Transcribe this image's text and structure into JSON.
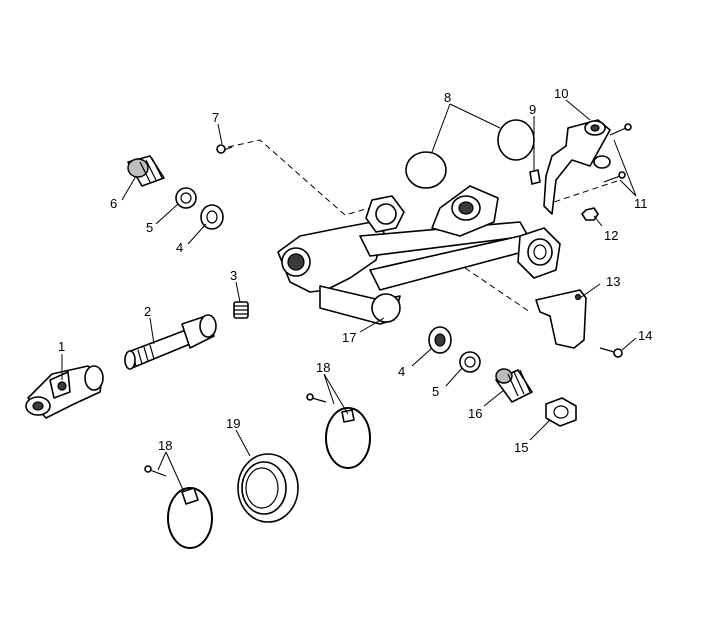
{
  "diagram": {
    "labels": {
      "l1": "1",
      "l2": "2",
      "l3": "3",
      "l4a": "4",
      "l4b": "4",
      "l5a": "5",
      "l5b": "5",
      "l6": "6",
      "l7": "7",
      "l8": "8",
      "l9": "9",
      "l10": "10",
      "l11": "11",
      "l12": "12",
      "l13": "13",
      "l14": "14",
      "l15": "15",
      "l16": "16",
      "l17": "17",
      "l18a": "18",
      "l18b": "18",
      "l19": "19"
    }
  }
}
